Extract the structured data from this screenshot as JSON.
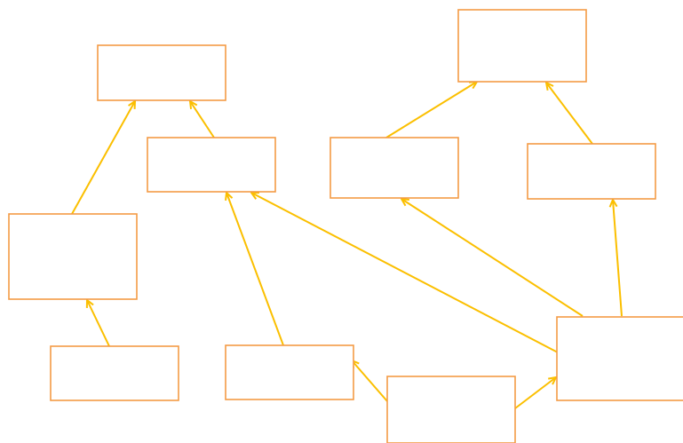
{
  "diagram": {
    "type": "directed-graph",
    "node_count": 10,
    "edge_count": 11,
    "colors": {
      "node_border": "#f39b45",
      "edge": "#fbbf00",
      "background": "#ffffff"
    }
  }
}
